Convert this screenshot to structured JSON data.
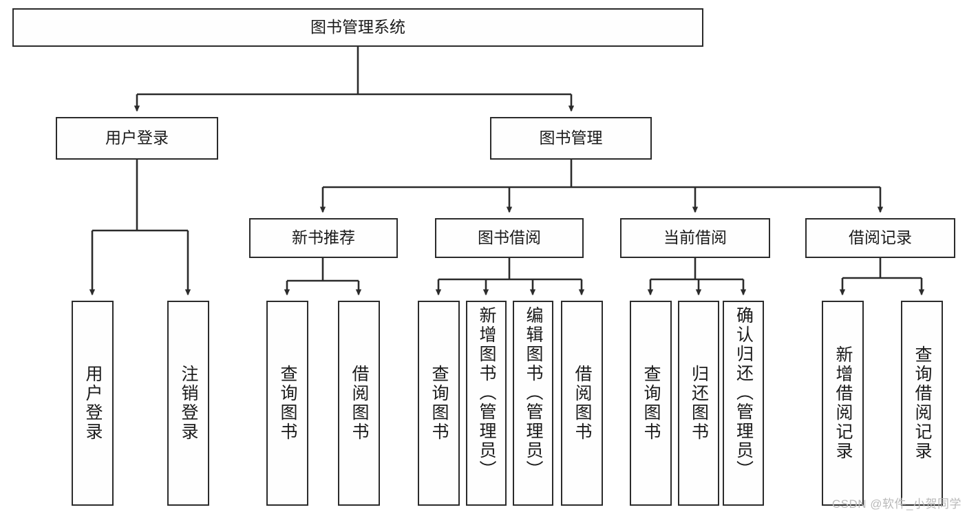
{
  "diagram": {
    "type": "tree-hierarchy-flowchart",
    "title": "图书管理系统",
    "orientation": "top-down",
    "colors": {
      "node_border": "#2b2b2b",
      "node_fill": "#fefefe",
      "edge": "#2b2b2b",
      "text": "#1a1a1a",
      "watermark": "#b9b9b9"
    },
    "root": {
      "id": "root",
      "label": "图书管理系统",
      "text_direction": "horizontal"
    },
    "level2": [
      {
        "id": "user-login",
        "label": "用户登录",
        "text_direction": "horizontal"
      },
      {
        "id": "book-management",
        "label": "图书管理",
        "text_direction": "horizontal"
      }
    ],
    "level3": [
      {
        "id": "new-book-recommend",
        "label": "新书推荐",
        "text_direction": "horizontal",
        "parent": "book-management"
      },
      {
        "id": "book-borrow",
        "label": "图书借阅",
        "text_direction": "horizontal",
        "parent": "book-management"
      },
      {
        "id": "current-borrow",
        "label": "当前借阅",
        "text_direction": "horizontal",
        "parent": "book-management"
      },
      {
        "id": "borrow-record",
        "label": "借阅记录",
        "text_direction": "horizontal",
        "parent": "book-management"
      }
    ],
    "leaves": [
      {
        "id": "leaf-user-login",
        "label": "用户登录",
        "text_direction": "vertical",
        "align": "center",
        "parent": "user-login"
      },
      {
        "id": "leaf-logout",
        "label": "注销登录",
        "text_direction": "vertical",
        "align": "center",
        "parent": "user-login"
      },
      {
        "id": "leaf-query-book-1",
        "label": "查询图书",
        "text_direction": "vertical",
        "align": "center",
        "parent": "new-book-recommend"
      },
      {
        "id": "leaf-borrow-book-1",
        "label": "借阅图书",
        "text_direction": "vertical",
        "align": "center",
        "parent": "new-book-recommend"
      },
      {
        "id": "leaf-query-book-2",
        "label": "查询图书",
        "text_direction": "vertical",
        "align": "center",
        "parent": "book-borrow"
      },
      {
        "id": "leaf-add-book",
        "label": "新增图书（管理员）",
        "text_direction": "vertical",
        "align": "top",
        "parent": "book-borrow"
      },
      {
        "id": "leaf-edit-book",
        "label": "编辑图书（管理员）",
        "text_direction": "vertical",
        "align": "top",
        "parent": "book-borrow"
      },
      {
        "id": "leaf-borrow-book-2",
        "label": "借阅图书",
        "text_direction": "vertical",
        "align": "center",
        "parent": "book-borrow"
      },
      {
        "id": "leaf-query-book-3",
        "label": "查询图书",
        "text_direction": "vertical",
        "align": "center",
        "parent": "current-borrow"
      },
      {
        "id": "leaf-return-book",
        "label": "归还图书",
        "text_direction": "vertical",
        "align": "center",
        "parent": "current-borrow"
      },
      {
        "id": "leaf-confirm-return",
        "label": "确认归还（管理员）",
        "text_direction": "vertical",
        "align": "top",
        "parent": "current-borrow"
      },
      {
        "id": "leaf-add-record",
        "label": "新增借阅记录",
        "text_direction": "vertical",
        "align": "center",
        "parent": "borrow-record"
      },
      {
        "id": "leaf-query-record",
        "label": "查询借阅记录",
        "text_direction": "vertical",
        "align": "center",
        "parent": "borrow-record"
      }
    ],
    "watermark": "CSDN @软件_小贺同学"
  }
}
